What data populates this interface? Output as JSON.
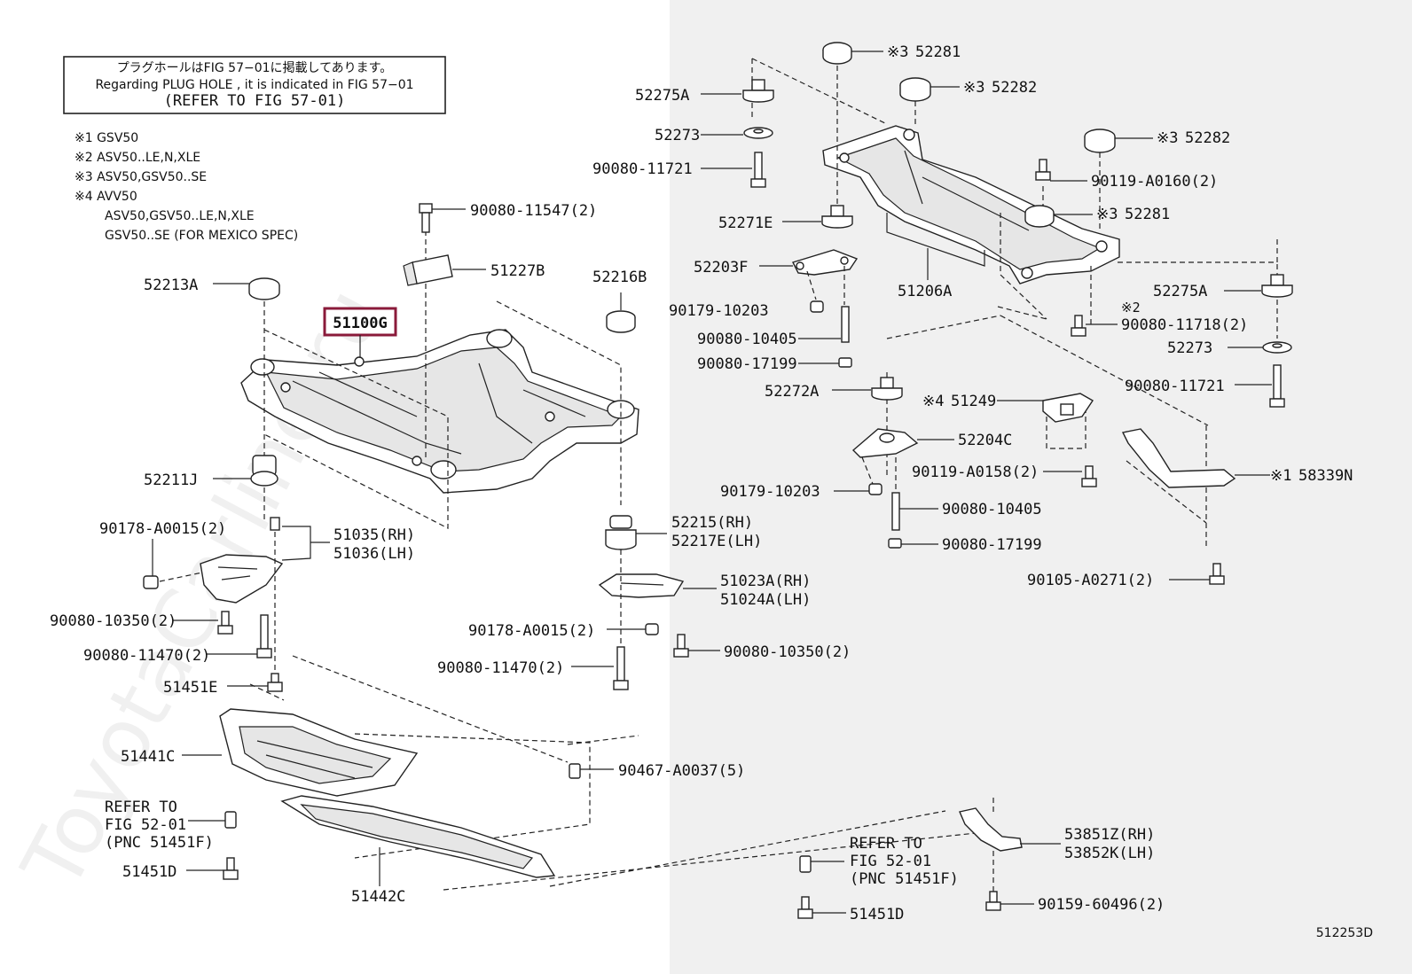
{
  "notice": {
    "jp": "プラグホールはFIG 57−01に掲載してあります。",
    "en": "Regarding PLUG HOLE , it is indicated in FIG 57−01",
    "refer": "(REFER TO FIG 57-01)"
  },
  "legend": [
    "※1 GSV50",
    "※2 ASV50..LE,N,XLE",
    "※3 ASV50,GSV50..SE",
    "※4 AVV50",
    "ASV50,GSV50..LE,N,XLE",
    "GSV50..SE (FOR MEXICO SPEC)"
  ],
  "watermark": "ToyotaCarline.ru",
  "figure_code": "512253D",
  "highlight_color": "#8a1a3a",
  "labels": {
    "p51100G": "51100G",
    "p52213A": "52213A",
    "p90080_11547": "90080-11547(2)",
    "p51227B": "51227B",
    "p52216B": "52216B",
    "p52211J": "52211J",
    "p90178_A0015_l": "90178-A0015(2)",
    "p51035": "51035(RH)",
    "p51036": "51036(LH)",
    "p90080_10350_l": "90080-10350(2)",
    "p90080_11470_l": "90080-11470(2)",
    "p51451E": "51451E",
    "p52215": "52215(RH)",
    "p52217E": "52217E(LH)",
    "p51023A": "51023A(RH)",
    "p51024A": "51024A(LH)",
    "p90178_A0015_r": "90178-A0015(2)",
    "p90080_10350_r": "90080-10350(2)",
    "p90080_11470_r": "90080-11470(2)",
    "p51441C": "51441C",
    "p90467": "90467-A0037(5)",
    "refer1a": "REFER TO",
    "refer1b": "FIG 52-01",
    "refer1c": "(PNC 51451F)",
    "p51451D_l": "51451D",
    "p51442C": "51442C",
    "refer2a": "REFER TO",
    "refer2b": "FIG 52-01",
    "refer2c": "(PNC 51451F)",
    "p51451D_r": "51451D",
    "p52275A_l": "52275A",
    "p52273_l": "52273",
    "p90080_11721_l": "90080-11721",
    "p52281_t": "52281",
    "m52281_t": "※3",
    "p52282_t": "52282",
    "m52282_t": "※3",
    "p52282_r": "52282",
    "m52282_r": "※3",
    "p90119_A0160": "90119-A0160(2)",
    "p52281_r": "52281",
    "m52281_r": "※3",
    "p52271E": "52271E",
    "p52203F": "52203F",
    "p51206A": "51206A",
    "p90179_10203_t": "90179-10203",
    "p90080_10405_t": "90080-10405",
    "p90080_17199_t": "90080-17199",
    "p52275A_r": "52275A",
    "m2": "※2",
    "p90080_11718": "90080-11718(2)",
    "p52273_r": "52273",
    "p90080_11721_r": "90080-11721",
    "p52272A": "52272A",
    "m4": "※4",
    "p51249": "51249",
    "p52204C": "52204C",
    "p90119_A0158": "90119-A0158(2)",
    "m1": "※1",
    "p58339N": "58339N",
    "p90179_10203_b": "90179-10203",
    "p90080_10405_b": "90080-10405",
    "p90080_17199_b": "90080-17199",
    "p90105": "90105-A0271(2)",
    "p53851Z": "53851Z(RH)",
    "p53852K": "53852K(LH)",
    "p90159": "90159-60496(2)"
  }
}
